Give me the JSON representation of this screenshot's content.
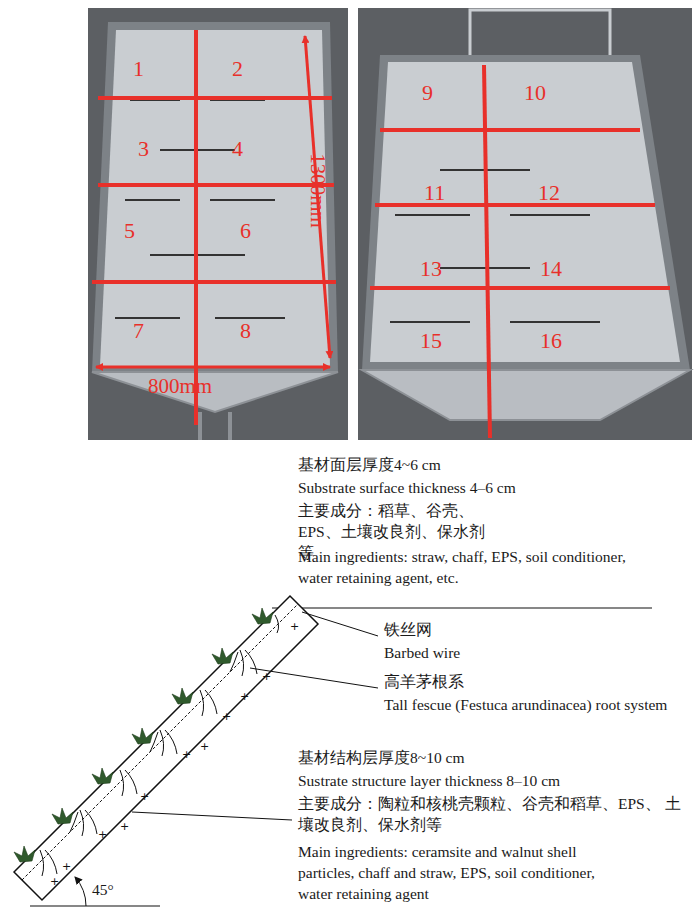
{
  "diagram": {
    "labels": [
      "1",
      "2",
      "3",
      "4",
      "5",
      "6",
      "7",
      "8",
      "9",
      "10",
      "11",
      "12",
      "13",
      "14",
      "15",
      "16",
      "1300mm",
      "800mm",
      "基材面层厚度4~6 cm",
      "Substrate surface thickness 4–6 cm",
      "主要成分：稻草、谷壳、 EPS、土壤改良剂、保水剂等",
      "Main ingredients: straw, chaff, EPS, soil conditioner, water retaining agent, etc.",
      "铁丝网",
      "Barbed wire",
      "高羊茅根系",
      "Tall fescue (Festuca arundinacea) root system",
      "基材结构层厚度8~10 cm",
      "Sustrate structure layer thickness 8–10 cm",
      "主要成分：陶粒和核桃壳颗粒、谷壳和稻草、EPS、 土壤改良剂、保水剂等",
      "Main ingredients: ceramsite and walnut shell particles, chaff and straw, EPS, soil conditioner, water retaining agent",
      "45°"
    ]
  }
}
